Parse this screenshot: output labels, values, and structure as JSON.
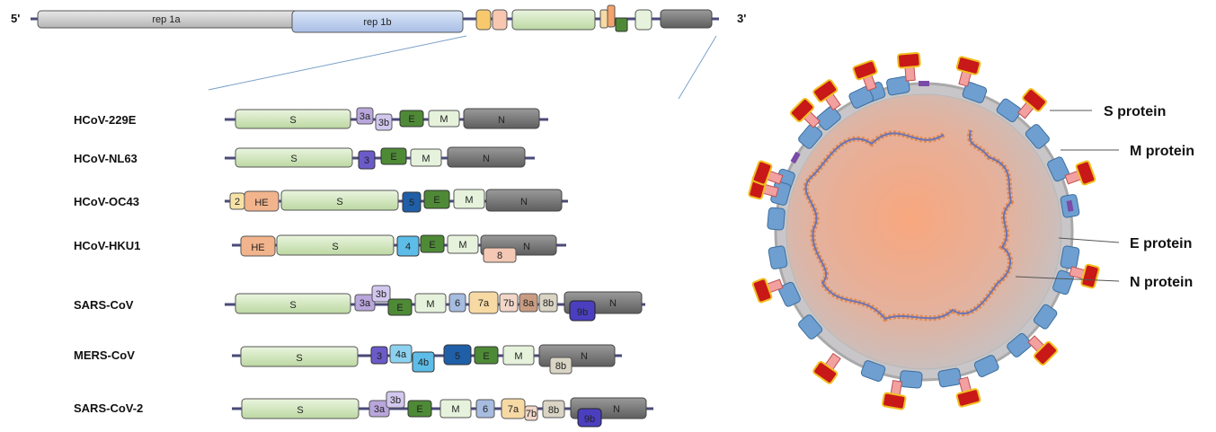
{
  "genome": {
    "five_prime": "5'",
    "three_prime": "3'",
    "rep1a": "rep 1a",
    "rep1b": "rep 1b"
  },
  "strains": [
    {
      "name": "HCoV-229E",
      "genes": [
        "S",
        "3a",
        "3b",
        "E",
        "M",
        "N"
      ]
    },
    {
      "name": "HCoV-NL63",
      "genes": [
        "S",
        "3",
        "E",
        "M",
        "N"
      ]
    },
    {
      "name": "HCoV-OC43",
      "genes": [
        "2",
        "HE",
        "S",
        "5",
        "E",
        "M",
        "N"
      ]
    },
    {
      "name": "HCoV-HKU1",
      "genes": [
        "HE",
        "S",
        "4",
        "E",
        "M",
        "8",
        "N"
      ]
    },
    {
      "name": "SARS-CoV",
      "genes": [
        "S",
        "3a",
        "3b",
        "E",
        "M",
        "6",
        "7a",
        "7b",
        "8a",
        "8b",
        "9b",
        "N"
      ]
    },
    {
      "name": "MERS-CoV",
      "genes": [
        "S",
        "3",
        "4a",
        "4b",
        "5",
        "E",
        "M",
        "8b",
        "N"
      ]
    },
    {
      "name": "SARS-CoV-2",
      "genes": [
        "S",
        "3a",
        "3b",
        "E",
        "M",
        "6",
        "7a",
        "7b",
        "8b",
        "9b",
        "N"
      ]
    }
  ],
  "virion": {
    "labels": {
      "s": "S protein",
      "m": "M protein",
      "e": "E protein",
      "n": "N protein"
    }
  },
  "colors": {
    "S": "#d4e8c0",
    "M": "#e6f2dc",
    "N": "#7f7f7f",
    "E": "#4e8a36",
    "HE": "#f2b48c",
    "acc_purple": "#b9a6dc",
    "acc_blue": "#5dbde8",
    "acc_darkblue": "#1f5fa8",
    "acc_orange": "#f7d9a4",
    "acc_tan": "#d9c8ac",
    "acc_violet": "#4b3fc0",
    "rep1a": "#d0d0d0",
    "rep1b": "#bcd0ee",
    "line": "#4a4a7a"
  }
}
